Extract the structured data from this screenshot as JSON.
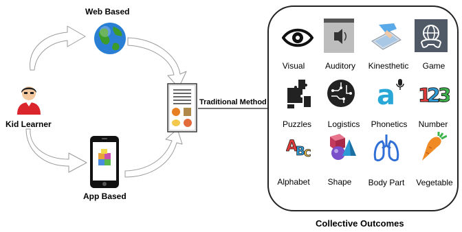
{
  "nodes": {
    "web_based": "Web Based",
    "kid_learner": "Kid Learner",
    "app_based": "App Based",
    "traditional_method": "Traditional Method",
    "collective_outcomes": "Collective Outcomes"
  },
  "outcomes": [
    {
      "label": "Visual",
      "icon": "eye-icon"
    },
    {
      "label": "Auditory",
      "icon": "speaker-icon"
    },
    {
      "label": "Kinesthetic",
      "icon": "hand-touch-icon"
    },
    {
      "label": "Game",
      "icon": "gamepad-globe-icon"
    },
    {
      "label": "Puzzles",
      "icon": "puzzle-icon"
    },
    {
      "label": "Logistics",
      "icon": "brain-circuit-icon"
    },
    {
      "label": "Phonetics",
      "icon": "letter-a-microphone-icon"
    },
    {
      "label": "Number",
      "icon": "numbers-123-icon"
    },
    {
      "label": "Alphabet",
      "icon": "abc-letters-icon"
    },
    {
      "label": "Shape",
      "icon": "3d-shapes-icon"
    },
    {
      "label": "Body Part",
      "icon": "lungs-icon"
    },
    {
      "label": "Vegetable",
      "icon": "carrot-icon"
    }
  ]
}
